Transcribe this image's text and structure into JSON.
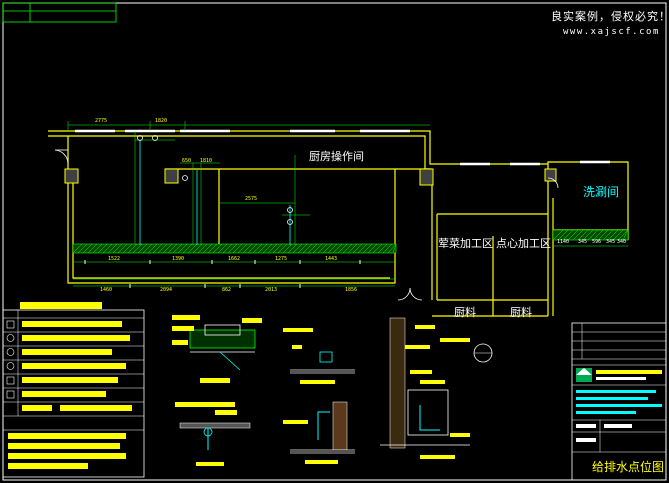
{
  "watermark": {
    "line1": "良实案例，侵权必究！",
    "line2": "www.xajscf.com"
  },
  "rooms": {
    "kitchen": "厨房操作间",
    "dishwash": "洗涮间",
    "veg_prep": "荤菜加工区",
    "pastry": "点心加工区",
    "store_left": "厨料",
    "store_right": "厨料"
  },
  "dimensions": {
    "top_row": [
      "2775",
      "1820"
    ],
    "mid_row": [
      "650",
      "1810",
      "2575"
    ],
    "chain_upper": [
      "1522",
      "1390",
      "1662",
      "1275",
      "1443"
    ],
    "chain_lower": [
      "1460",
      "2094",
      "862",
      "2013",
      "1856"
    ],
    "right_row": [
      "1140",
      "345",
      "596",
      "345",
      "340"
    ]
  },
  "title_block": {
    "drawing_title": "给排水点位图"
  },
  "colors": {
    "background": "#000000",
    "wall": "#ffff00",
    "dimension": "#00ff00",
    "pipe": "#00ffff",
    "frame": "#ffffff",
    "hatch_dark": "#006000"
  }
}
